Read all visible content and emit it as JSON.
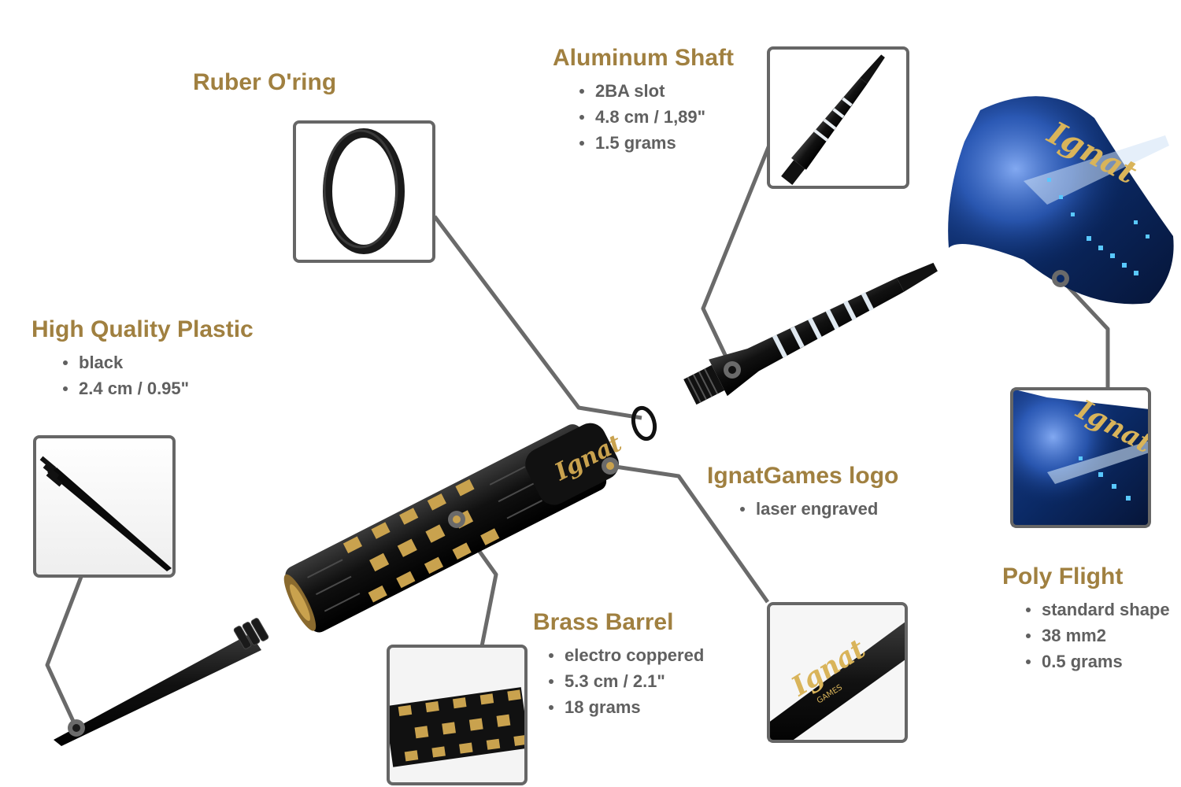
{
  "brand": {
    "logo_text": "Ignat",
    "logo_subtext": "GAMES",
    "gold": "#c9a24e",
    "label_gold": "#a08040",
    "text_gray": "#606060",
    "line_gray": "#6a6a6a"
  },
  "parts": [
    {
      "id": "plastic",
      "title": "High Quality Plastic",
      "bullets": [
        "black",
        "2.4 cm / 0.95\""
      ]
    },
    {
      "id": "oring",
      "title": "Ruber O'ring",
      "bullets": []
    },
    {
      "id": "shaft",
      "title": "Aluminum Shaft",
      "bullets": [
        "2BA slot",
        "4.8 cm / 1,89\"",
        "1.5 grams"
      ]
    },
    {
      "id": "logo",
      "title": "IgnatGames logo",
      "bullets": [
        "laser engraved"
      ]
    },
    {
      "id": "barrel",
      "title": "Brass Barrel",
      "bullets": [
        "electro coppered",
        "5.3 cm / 2.1\"",
        "18 grams"
      ]
    },
    {
      "id": "flight",
      "title": "Poly Flight",
      "bullets": [
        "standard shape",
        "38 mm2",
        "0.5 grams"
      ]
    }
  ]
}
